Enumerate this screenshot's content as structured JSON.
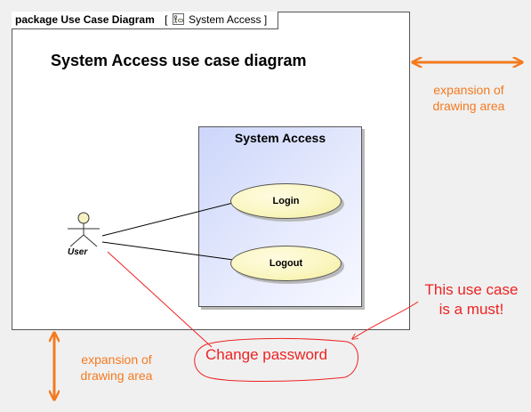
{
  "frame": {
    "keyword": "package",
    "diagram_kind": "Use Case Diagram",
    "diagram_name": "System Access",
    "icon": "use-case-diagram-icon"
  },
  "diagram_title": "System Access use case diagram",
  "boundary": {
    "name": "System Access"
  },
  "use_cases": [
    {
      "name": "Login"
    },
    {
      "name": "Logout"
    }
  ],
  "actor": {
    "name": "User",
    "icon": "actor-stick-figure-icon"
  },
  "annotations": {
    "expansion_right": "expansion of drawing area",
    "expansion_bottom": "expansion of drawing area",
    "must_note_line1": "This use case",
    "must_note_line2": "is a must!",
    "change_password": "Change password"
  },
  "colors": {
    "expansion_arrow": "#f47a1f",
    "annotation_red": "#ee2222",
    "boundary_fill": "#dbe2fc",
    "use_case_fill": "#fbf7c5"
  }
}
